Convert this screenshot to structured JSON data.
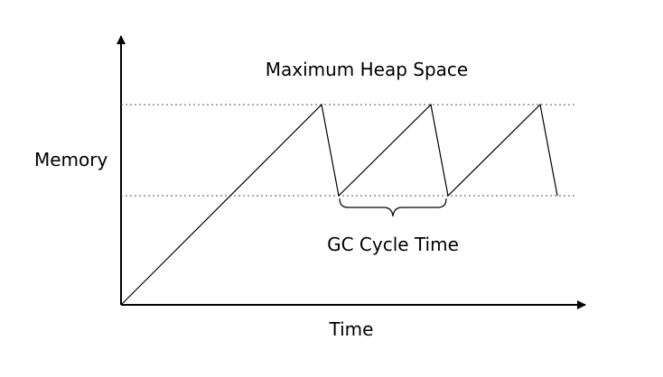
{
  "labels": {
    "y_axis": "Memory",
    "x_axis": "Time",
    "max_line": "Maximum Heap Space",
    "cycle": "GC Cycle Time"
  },
  "colors": {
    "stroke": "#000000",
    "dotted": "#555555",
    "background": "#ffffff"
  }
}
